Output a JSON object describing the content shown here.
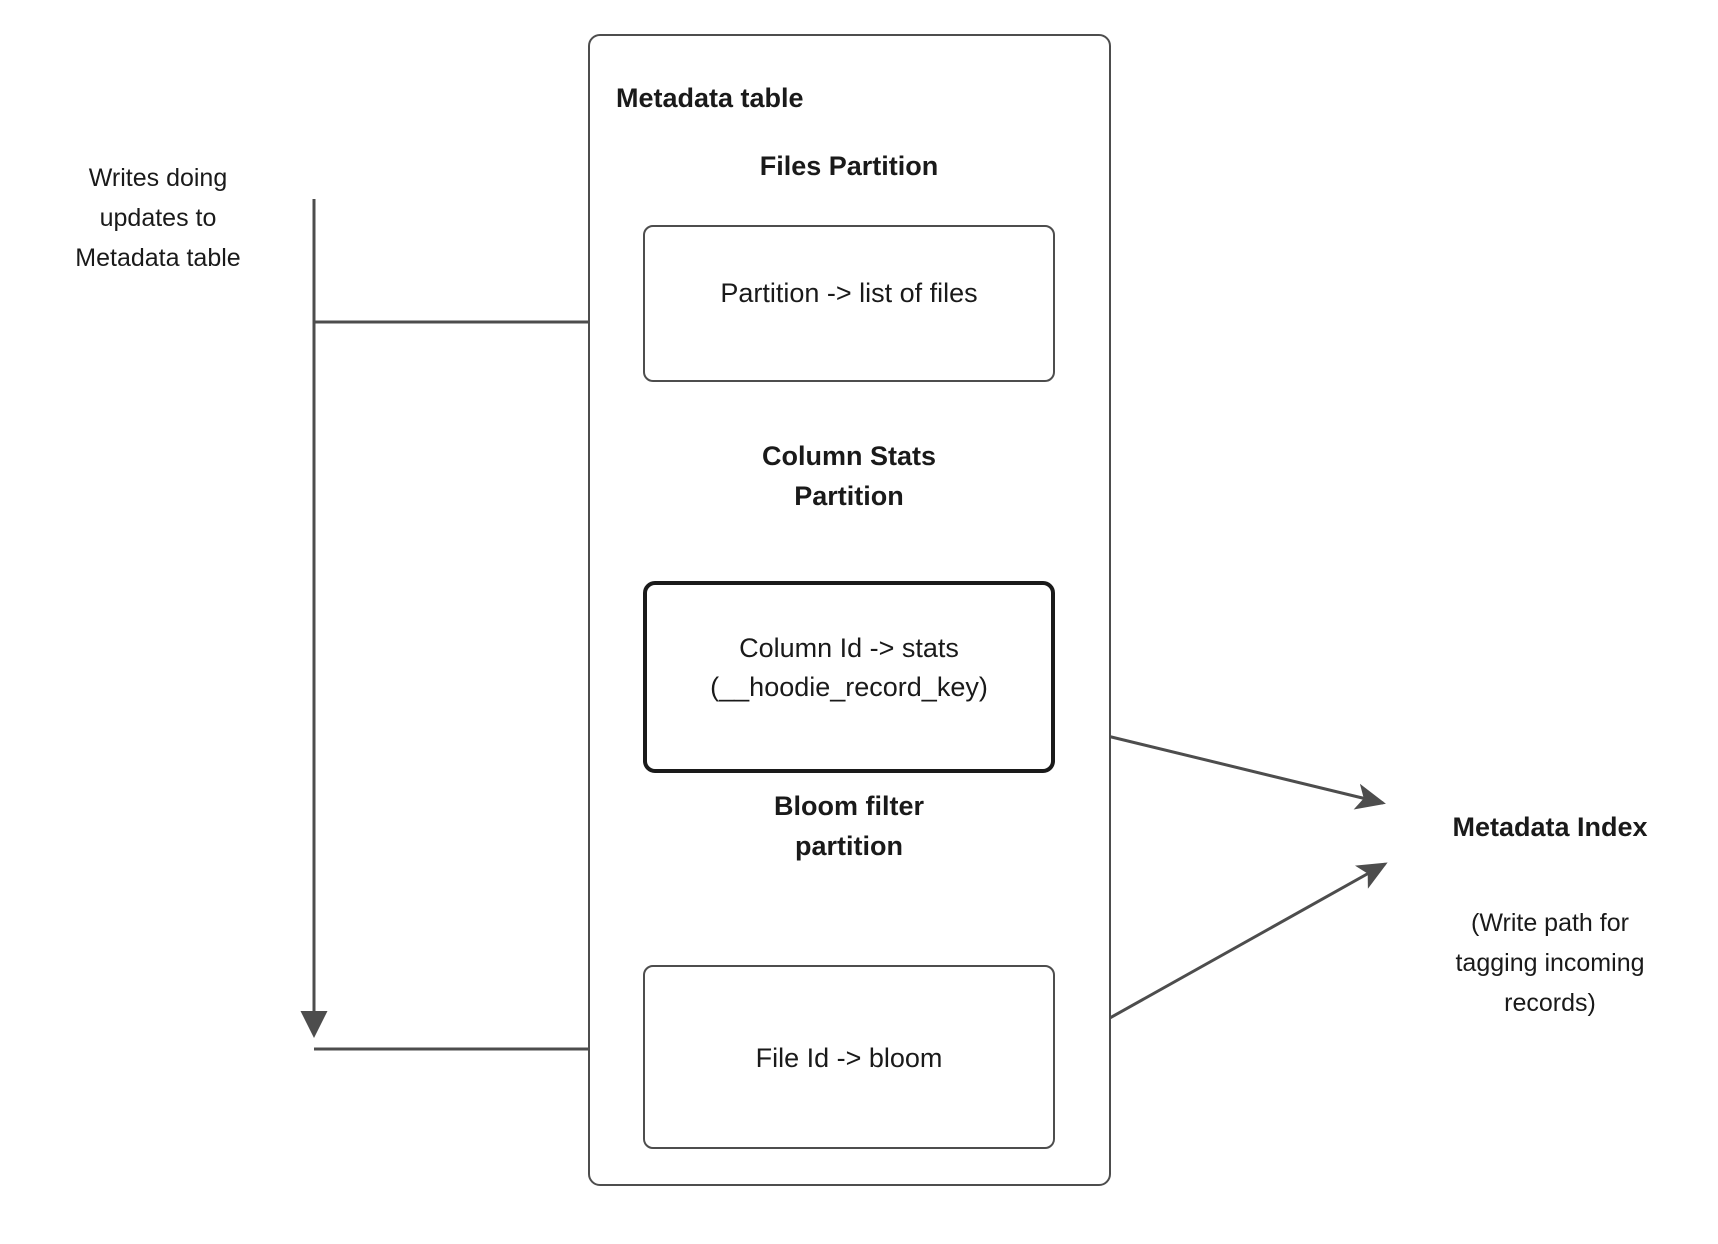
{
  "diagram": {
    "title": "Metadata table",
    "annotations": {
      "writes_caption": "Writes doing\nupdates to\nMetadata table",
      "metadata_index_title": "Metadata Index",
      "metadata_index_caption": "(Write path for\ntagging incoming\nrecords)"
    },
    "partitions": [
      {
        "id": "files",
        "heading": "Files Partition",
        "box_label": "Partition -> list of files"
      },
      {
        "id": "column-stats",
        "heading": "Column Stats\nPartition",
        "box_label": "Column Id  -> stats\n(__hoodie_record_key)"
      },
      {
        "id": "bloom-filter",
        "heading": "Bloom filter\npartition",
        "box_label": "File Id -> bloom"
      }
    ],
    "colors": {
      "stroke": "#4d4d4d",
      "stroke_strong": "#1a1a1a",
      "text": "#1a1a1a",
      "background": "#ffffff"
    }
  }
}
